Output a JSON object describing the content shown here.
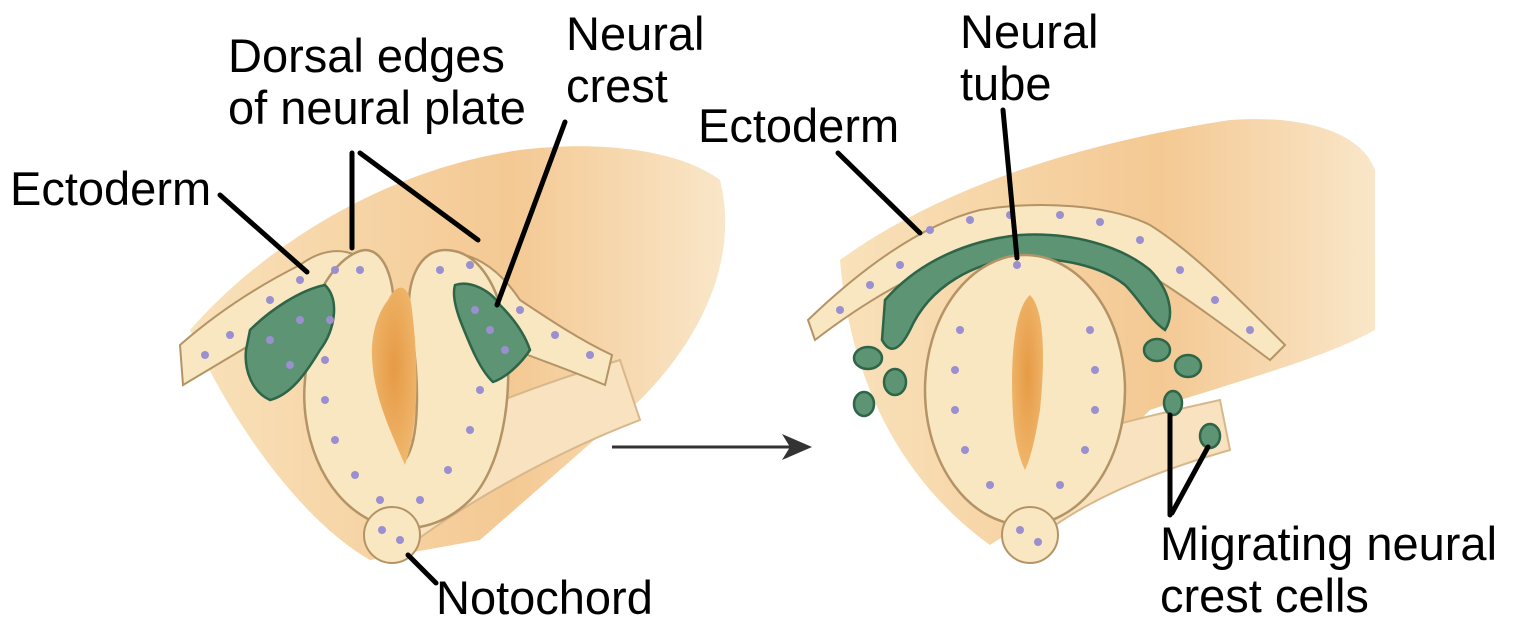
{
  "labels": {
    "ectoderm_left": "Ectoderm",
    "dorsal_edges": [
      "Dorsal edges",
      "of neural plate"
    ],
    "neural_crest": [
      "Neural",
      "crest"
    ],
    "notochord": "Notochord",
    "ectoderm_right": "Ectoderm",
    "neural_tube": [
      "Neural",
      "tube"
    ],
    "migrating_cells": [
      "Migrating neural",
      "crest cells"
    ]
  },
  "colors": {
    "cell_fill": "#f9e7c2",
    "cell_stroke": "#b49466",
    "crest_fill": "#5d9473",
    "crest_stroke": "#2e6447",
    "lumen": "#e9a75a",
    "tissue_band": "#f2c994",
    "nucleus": "#9a8fcf",
    "arrow": "#333333"
  }
}
